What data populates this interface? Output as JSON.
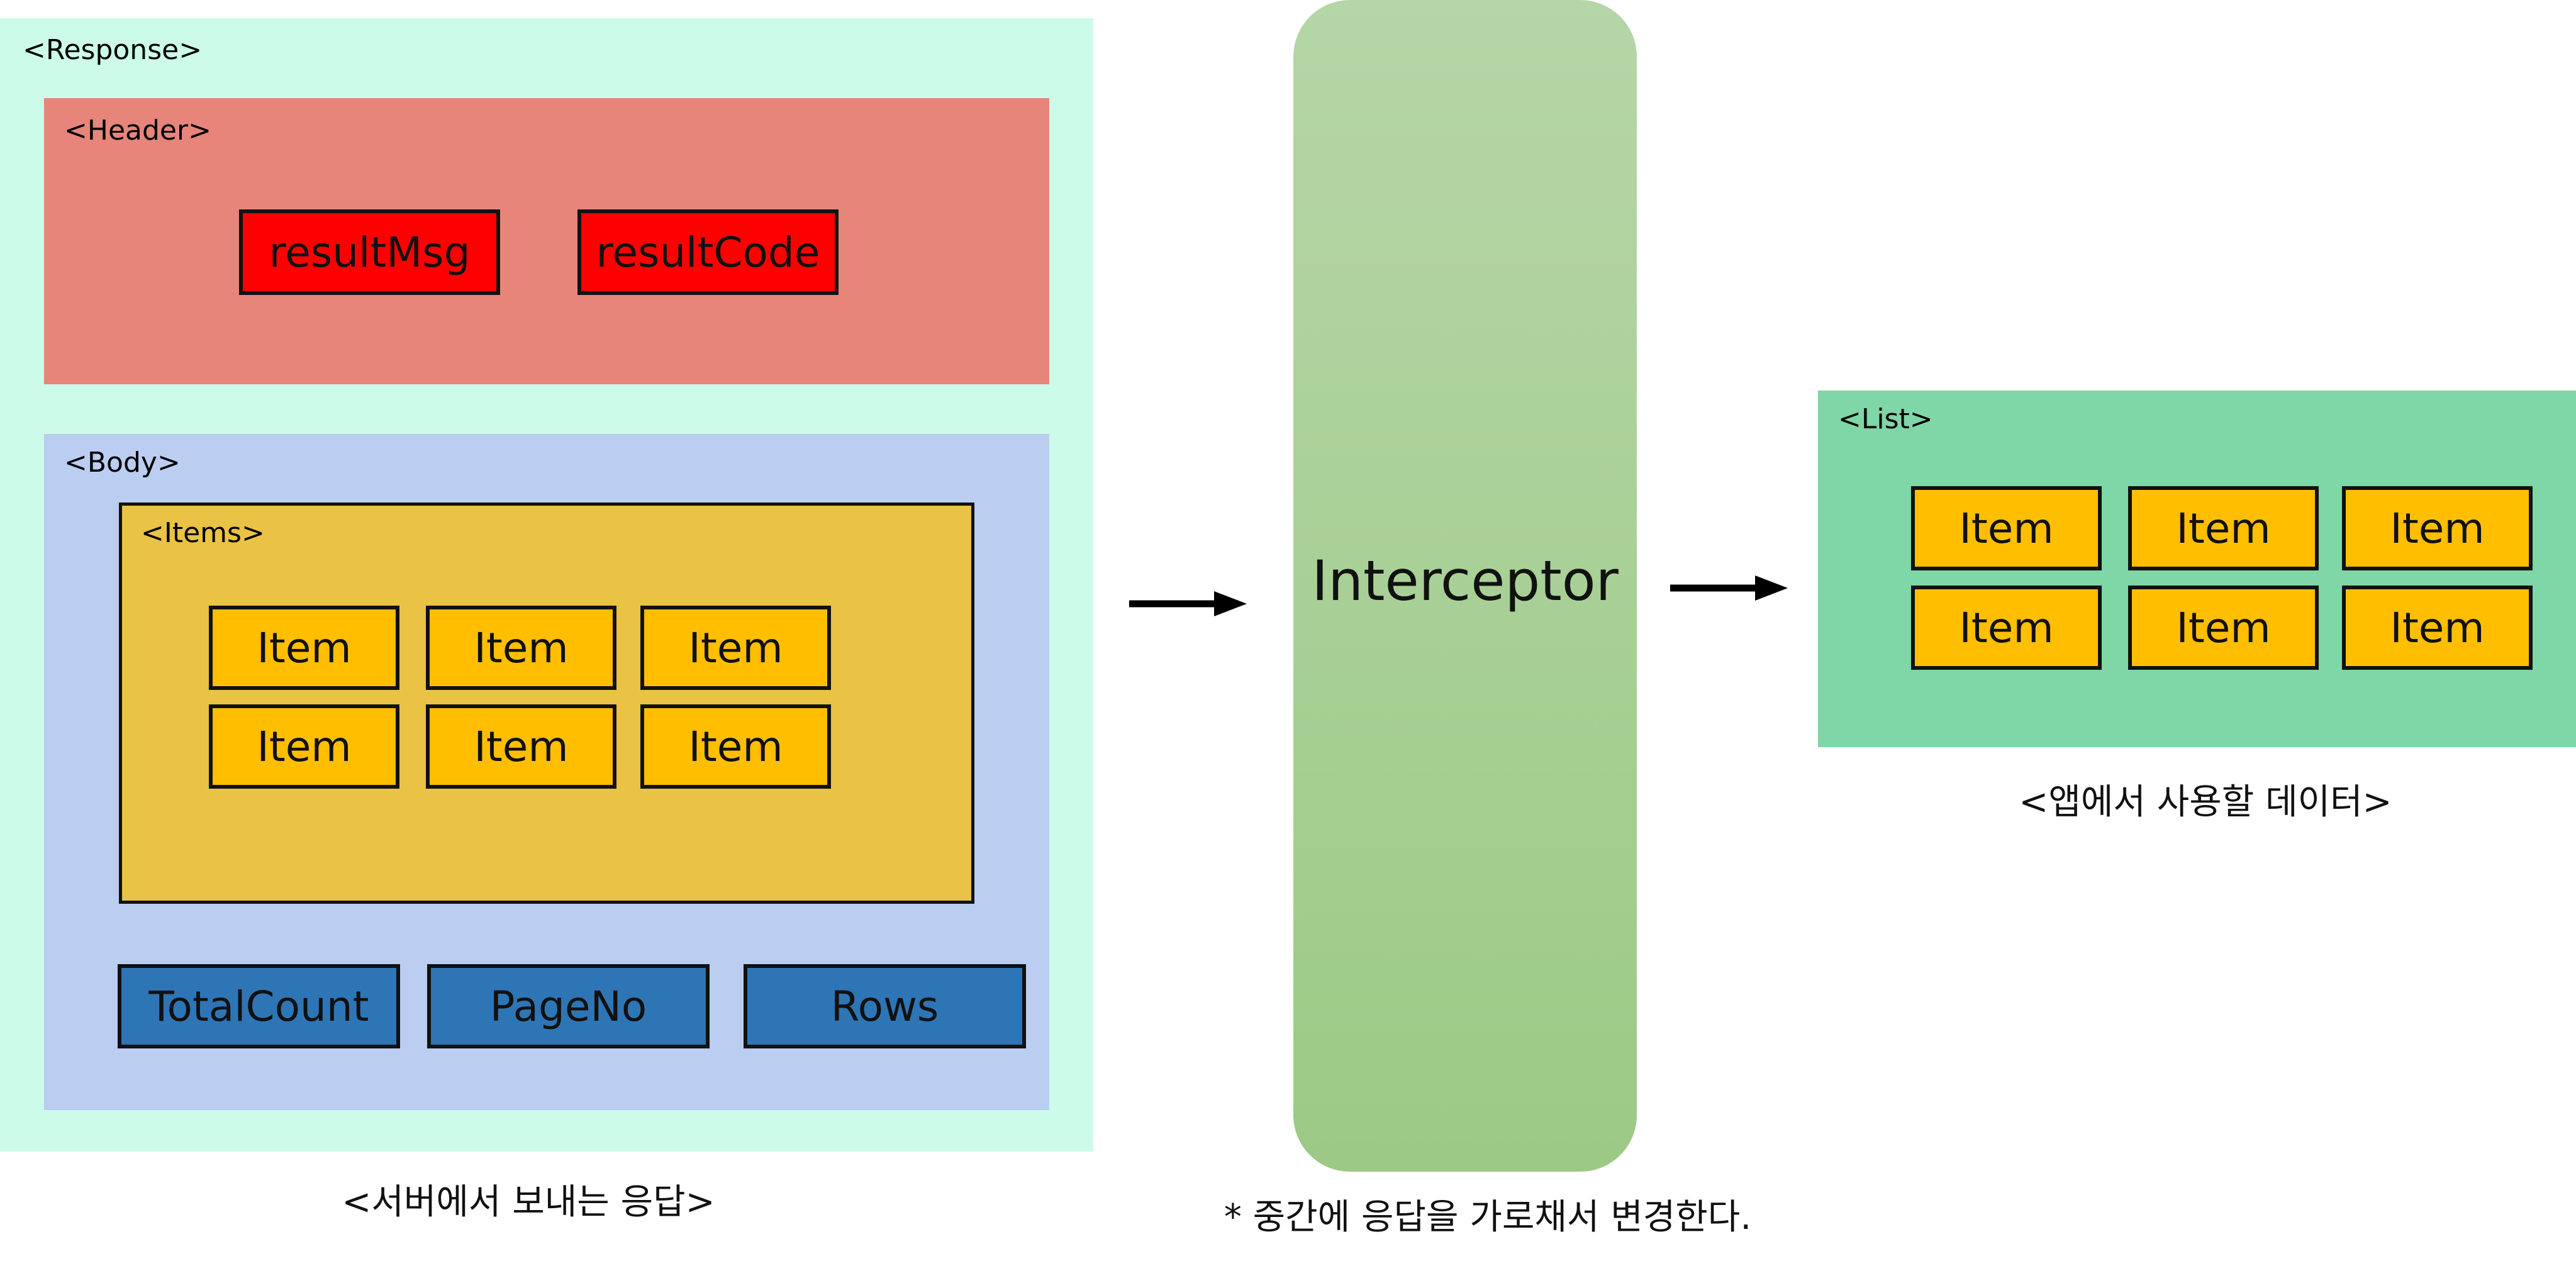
{
  "response": {
    "label": "<Response>",
    "caption": "<서버에서 보내는 응답>",
    "header": {
      "label": "<Header>",
      "fields": [
        "resultMsg",
        "resultCode"
      ]
    },
    "body": {
      "label": "<Body>",
      "items": {
        "label": "<Items>",
        "cells": [
          "Item",
          "Item",
          "Item",
          "Item",
          "Item",
          "Item"
        ]
      },
      "fields": [
        "TotalCount",
        "PageNo",
        "Rows"
      ]
    }
  },
  "interceptor": {
    "label": "Interceptor",
    "caption": "* 중간에 응답을 가로채서 변경한다."
  },
  "list": {
    "label": "<List>",
    "cells": [
      "Item",
      "Item",
      "Item",
      "Item",
      "Item",
      "Item"
    ],
    "caption": "<앱에서 사용할 데이터>"
  },
  "colors": {
    "response_bg": "#ccfbe9",
    "header_bg": "#e7857b",
    "header_field": "#ff0000",
    "body_bg": "#bbcdf0",
    "items_bg": "#e9c246",
    "item": "#ffbf00",
    "body_field": "#2e75b6",
    "interceptor": "#a7cf94",
    "list_bg": "#7fd6a6"
  }
}
